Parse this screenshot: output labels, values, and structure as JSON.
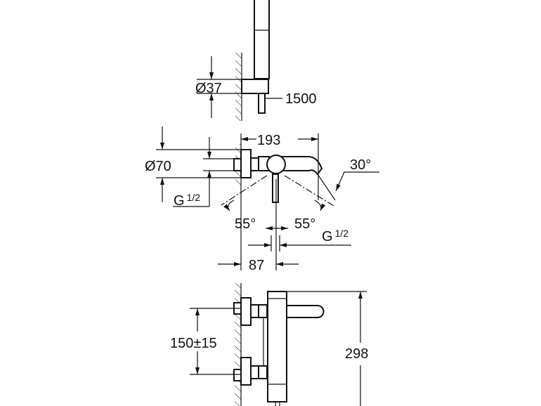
{
  "drawing": {
    "top_view": {
      "holder_diameter": "Ø37",
      "hose_length": "1500"
    },
    "plan_view": {
      "rosette_diameter": "Ø70",
      "connection_left": "G",
      "connection_left_fraction": "1/2",
      "projection": "193",
      "spout_angle": "30°",
      "lever_angle_left": "55°",
      "lever_angle_right": "55°",
      "connection_right": "G",
      "connection_right_fraction": "1/2",
      "wall_to_axis": "87"
    },
    "front_view": {
      "centre_distance": "150±15",
      "height": "298"
    }
  }
}
